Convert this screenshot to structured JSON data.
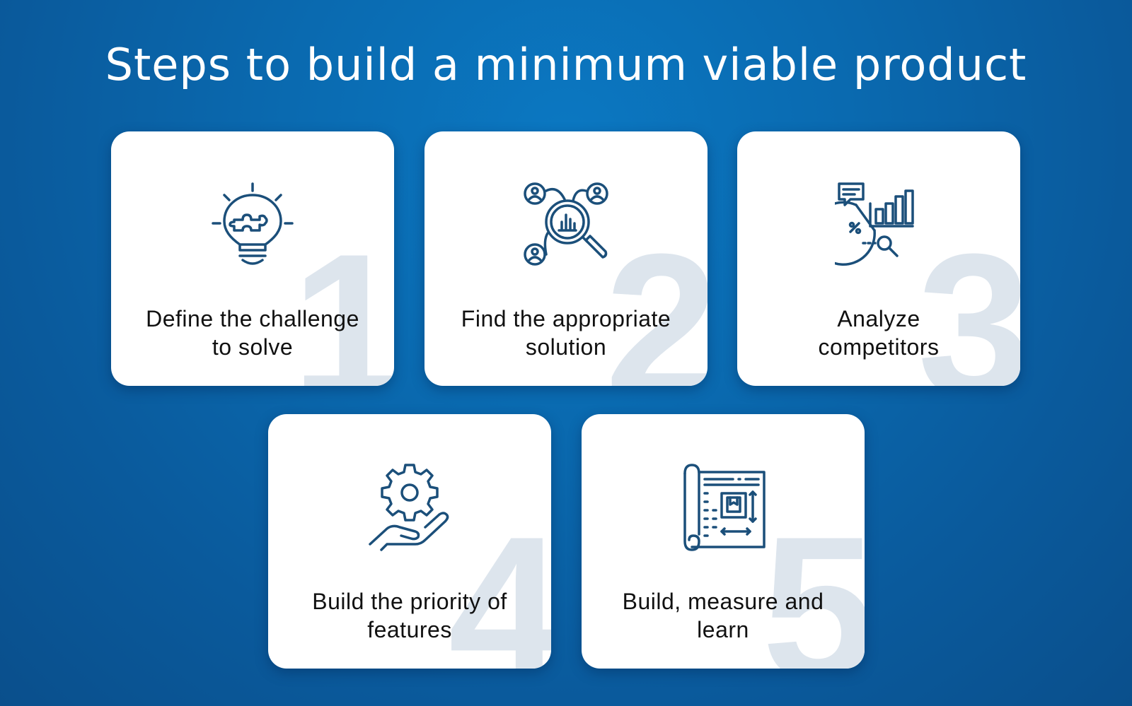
{
  "title": "Steps to build a minimum viable product",
  "colors": {
    "background": "#0a5fa3",
    "card": "#ffffff",
    "icon": "#1b4f7a",
    "number": "#dde5ed",
    "text": "#111111"
  },
  "steps": [
    {
      "number": "1",
      "icon": "lightbulb-puzzle-icon",
      "label_lines": [
        "Define the challenge",
        "to solve"
      ]
    },
    {
      "number": "2",
      "icon": "research-analysis-icon",
      "label_lines": [
        "Find the appropriate",
        "solution"
      ]
    },
    {
      "number": "3",
      "icon": "competitor-analytics-icon",
      "label_lines": [
        "Analyze",
        "competitors"
      ]
    },
    {
      "number": "4",
      "icon": "gear-hand-icon",
      "label_lines": [
        "Build the priority of",
        "features"
      ]
    },
    {
      "number": "5",
      "icon": "blueprint-icon",
      "label_lines": [
        "Build, measure and",
        "learn"
      ]
    }
  ]
}
